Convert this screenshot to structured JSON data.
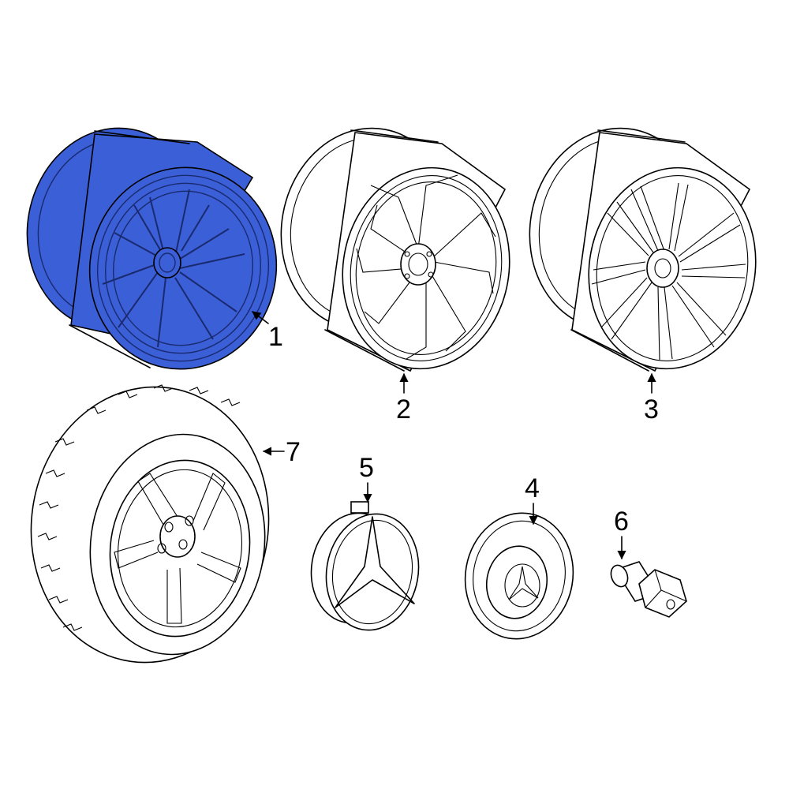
{
  "colors": {
    "highlight": "#3b5fd6",
    "line": "#000000",
    "background": "#ffffff"
  },
  "callouts": [
    {
      "number": "1",
      "part": "highlighted-wheel"
    },
    {
      "number": "2",
      "part": "wheel-y-spoke"
    },
    {
      "number": "3",
      "part": "wheel-multi-spoke"
    },
    {
      "number": "4",
      "part": "center-cap"
    },
    {
      "number": "5",
      "part": "emblem-cap"
    },
    {
      "number": "6",
      "part": "lug-bolt"
    },
    {
      "number": "7",
      "part": "tire-and-wheel-assembly"
    }
  ]
}
